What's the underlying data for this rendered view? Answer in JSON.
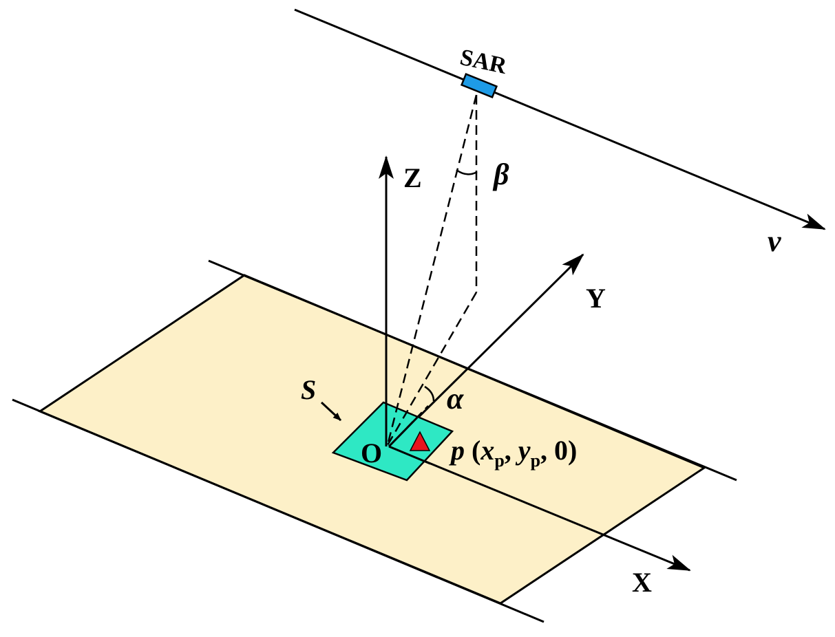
{
  "diagram": {
    "labels": {
      "sar": "SAR",
      "velocity": "v",
      "z_axis": "Z",
      "y_axis": "Y",
      "x_axis": "X",
      "origin": "O",
      "angle_beta": "β",
      "angle_alpha": "α",
      "region_s": "S",
      "point_p": "p",
      "point_coords_open": " (",
      "x_sym": "x",
      "x_sub": "p",
      "comma1": ", ",
      "y_sym": "y",
      "y_sub": "p",
      "coords_close": ", 0)"
    },
    "colors": {
      "ground_plane": "#FDF0C8",
      "region_s": "#2EE8C4",
      "sar_platform": "#1E9BE6",
      "target_marker": "#E8141E",
      "line": "#000000"
    }
  }
}
